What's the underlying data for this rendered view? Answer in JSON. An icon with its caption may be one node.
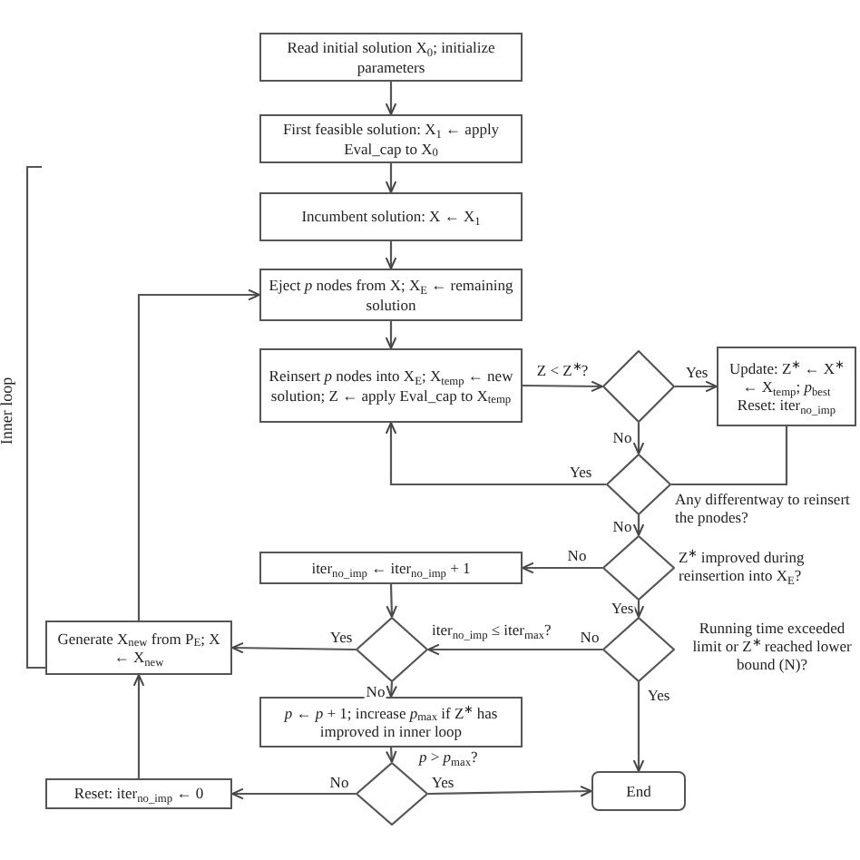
{
  "diagram": {
    "nodes": [
      {
        "text": [
          "Read initial solution X$_{0}$; initialize parameters"
        ]
      },
      {
        "text": [
          "First feasible solution: X$_{1}$ ← apply Eval_cap to X$_{0}$"
        ]
      },
      {
        "text": [
          "Incumbent solution: X ← X$_{1}$"
        ]
      },
      {
        "text": [
          "Eject *p* nodes from X; X$_{E}$ ← remaining solution"
        ]
      },
      {
        "text": [
          "Reinsert *p* nodes into X$_{E}$; X$_{temp}$ ← new solution; Z ← apply Eval_cap to X$_{temp}$"
        ]
      },
      {
        "text": [],
        "shape": "diamond"
      },
      {
        "text": [
          "Update: Z$^{∗}$ ← X$^{∗}$ ← X$_{temp}$; *p*$_{best}$ Reset: iter$_{no_imp}$"
        ]
      },
      {
        "text": [],
        "shape": "diamond",
        "beside": [
          "Any differentway to reinsert the pnodes?"
        ]
      },
      {
        "text": [],
        "shape": "diamond",
        "beside": [
          "Z$^{∗}$ improved during reinsertion into X$_{E}$?"
        ]
      },
      {
        "text": [
          "iter$_{no_imp}$ ← iter$_{no_imp}$ + 1"
        ]
      },
      {
        "text": [
          "Generate X$_{new}$ from P$_{E}$; X ← X$_{new}$"
        ]
      },
      {
        "text": [],
        "shape": "diamond",
        "beside": [
          "iter$_{no_imp}$ ≤ iter$_{max}$?"
        ]
      },
      {
        "text": [],
        "shape": "diamond",
        "beside": [
          "Running time exceeded limit or Z$^{∗}$ reached lower bound (N)?"
        ]
      },
      {
        "text": [
          "*p* ← *p* + 1; increase *p*$_{max}$ if Z$^{∗}$ has improved in inner loop"
        ]
      },
      {
        "text": [
          "Reset: iter$_{no_imp}$ ← 0"
        ]
      },
      {
        "text": [],
        "shape": "diamond",
        "beside": [
          "*p* > *p*$_{max}$?"
        ]
      },
      {
        "text": [
          "End"
        ]
      }
    ],
    "edges": [
      {
        "from": 0,
        "to": 1,
        "arrow": "to"
      },
      {
        "from": 1,
        "to": 2,
        "arrow": "to"
      },
      {
        "from": 2,
        "to": 3,
        "arrow": "to"
      },
      {
        "from": 3,
        "to": 4,
        "arrow": "to"
      },
      {
        "from": 4,
        "to": 5,
        "arrow": "to",
        "label": "Z < Z$^{∗}$?"
      },
      {
        "from": 5,
        "to": 6,
        "arrow": "to",
        "label": "Yes"
      },
      {
        "from": 5,
        "to": 7,
        "arrow": "to",
        "label": "No"
      },
      {
        "from": 6,
        "to": 7,
        "arrow": "none"
      },
      {
        "from": 7,
        "to": 4,
        "arrow": "to",
        "label": "Yes"
      },
      {
        "from": 7,
        "to": 8,
        "arrow": "to",
        "label": "No"
      },
      {
        "from": 8,
        "to": 9,
        "arrow": "to",
        "label": "No"
      },
      {
        "from": 8,
        "to": 12,
        "arrow": "to",
        "label": "Yes"
      },
      {
        "from": 9,
        "to": 11,
        "arrow": "to"
      },
      {
        "from": 12,
        "to": 11,
        "arrow": "to",
        "label": "No"
      },
      {
        "from": 12,
        "to": 16,
        "arrow": "to",
        "label": "Yes"
      },
      {
        "from": 11,
        "to": 10,
        "arrow": "to",
        "label": "Yes"
      },
      {
        "from": 11,
        "to": 13,
        "arrow": "to",
        "label": "No"
      },
      {
        "from": 13,
        "to": 15,
        "arrow": "to"
      },
      {
        "from": 15,
        "to": 14,
        "arrow": "to",
        "label": "No"
      },
      {
        "from": 15,
        "to": 16,
        "arrow": "to",
        "label": "Yes"
      },
      {
        "from": 14,
        "to": 10,
        "arrow": "to"
      },
      {
        "from": 10,
        "to": 3,
        "arrow": "to"
      }
    ],
    "labels": [
      "Inner loop"
    ]
  }
}
